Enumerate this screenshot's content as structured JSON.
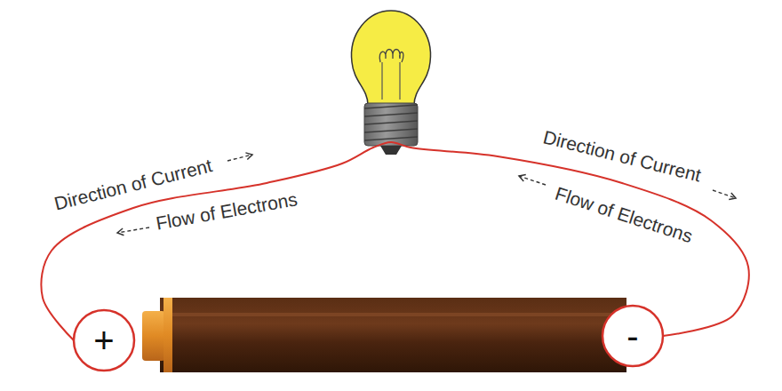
{
  "diagram": {
    "nodes": [
      {
        "text": [
          "+"
        ]
      },
      {
        "text": [
          "-"
        ]
      }
    ],
    "edges": [
      {
        "from": 0,
        "to": 1,
        "arrow": "none"
      }
    ],
    "labels": [
      "Direction of Current",
      "Flow of Electrons",
      "Direction of Current",
      "Flow of Electrons"
    ]
  }
}
